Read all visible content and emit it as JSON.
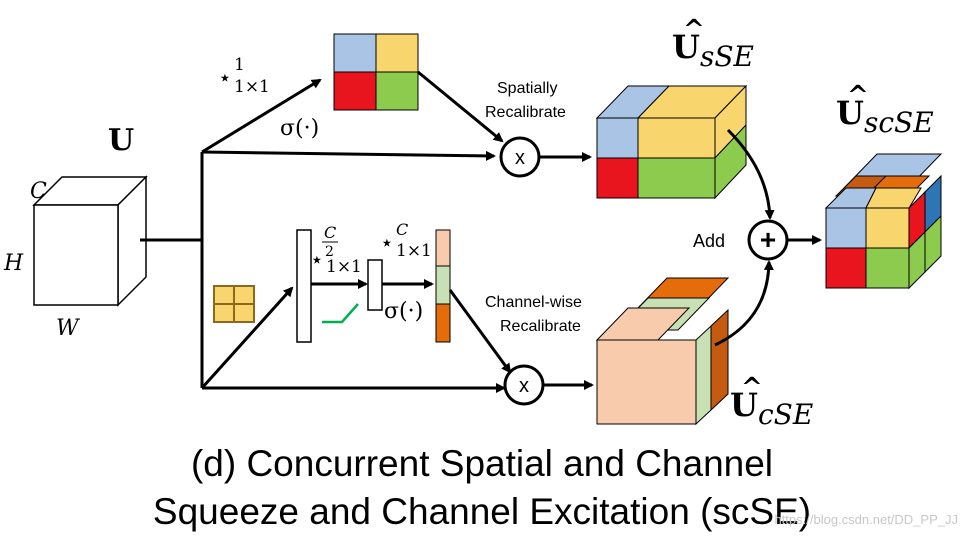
{
  "input": {
    "label": "U",
    "dim_channels": "C",
    "dim_height": "H",
    "dim_width": "W"
  },
  "spatial_branch": {
    "conv_star": "⋆",
    "conv_sup": "1",
    "conv_sub": "1×1",
    "activation": "σ(·)",
    "operator": "x",
    "recalibrate_line1": "Spatially",
    "recalibrate_line2": "Recalibrate",
    "output_hat": "^",
    "output_base": "U",
    "output_sub": "sSE"
  },
  "channel_branch": {
    "conv1_star": "⋆",
    "conv1_sup_num": "C",
    "conv1_sup_den": "2",
    "conv1_sub": "1×1",
    "conv2_star": "⋆",
    "conv2_sup": "C",
    "conv2_sub": "1×1",
    "activation": "σ(·)",
    "operator": "x",
    "recalibrate_line1": "Channel-wise",
    "recalibrate_line2": "Recalibrate",
    "output_hat": "^",
    "output_base": "U",
    "output_sub": "cSE"
  },
  "combine": {
    "label": "Add",
    "operator": "+",
    "output_hat": "^",
    "output_base": "U",
    "output_sub": "scSE"
  },
  "caption": {
    "line1": "(d) Concurrent Spatial and Channel",
    "line2": "Squeeze and Channel Excitation (scSE)"
  },
  "watermark": "https://blog.csdn.net/DD_PP_JJ",
  "colors": {
    "blue": "#A9C4E4",
    "yellow": "#F9D56E",
    "red": "#E8141E",
    "green": "#8CCB4E",
    "peach": "#F8CBAD",
    "light_green": "#C7E0B4",
    "orange": "#E46C0A",
    "dark_orange": "#C55A11",
    "steel_blue": "#2E75B6",
    "relu_green": "#00B050"
  }
}
